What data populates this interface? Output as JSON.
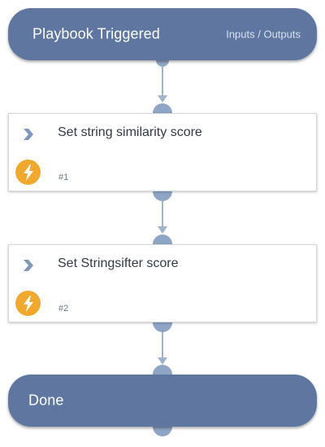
{
  "colors": {
    "pill_bg": "#5f77a0",
    "connector": "#9fb3cc",
    "dot": "#8fa6c6",
    "bolt_badge": "#f0a92d",
    "chevron": "#7e97bb"
  },
  "start": {
    "title": "Playbook Triggered",
    "link": "Inputs / Outputs"
  },
  "tasks": [
    {
      "title": "Set string similarity score",
      "id": "#1",
      "icon": "chevron-right-icon",
      "badge_icon": "lightning-bolt-icon"
    },
    {
      "title": "Set Stringsifter score",
      "id": "#2",
      "icon": "chevron-right-icon",
      "badge_icon": "lightning-bolt-icon"
    }
  ],
  "end": {
    "title": "Done"
  }
}
